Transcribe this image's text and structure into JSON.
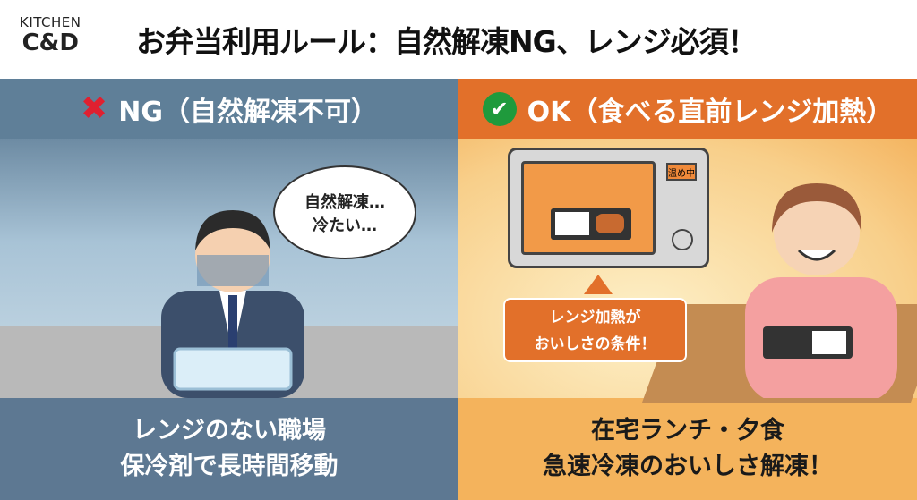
{
  "logo": {
    "line1": "KITCHEN",
    "line2": "C&D"
  },
  "title": "お弁当利用ルール：自然解凍NG、レンジ必須！",
  "ng": {
    "icon": "cross-icon",
    "label": "NG（自然解凍不可）",
    "bubble": [
      "自然解凍…",
      "冷たい…"
    ],
    "footer": [
      "レンジのない職場",
      "保冷剤で長時間移動"
    ],
    "color": "#5f7f98"
  },
  "ok": {
    "icon": "check-circle-icon",
    "label": "OK（食べる直前レンジ加熱）",
    "display": "温め中",
    "callout": [
      "レンジ加熱が",
      "おいしさの条件！"
    ],
    "footer": [
      "在宅ランチ・夕食",
      "急速冷凍のおいしさ解凍！"
    ],
    "color": "#e2702a"
  }
}
